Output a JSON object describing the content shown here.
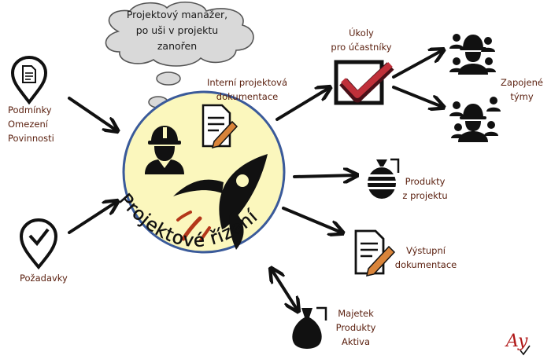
{
  "cloud": {
    "text": "Projektový manažer,\npo uši v projektu\nzanořen"
  },
  "center": {
    "title": "Projektové řízení"
  },
  "inputs": {
    "conditions": "Podmínky\nOmezení\nPovinnosti",
    "requirements": "Požadavky"
  },
  "outputs": {
    "internal_docs": "Interní projektová\ndokumentace",
    "tasks": "Úkoly\npro účastníky",
    "teams": "Zapojené\ntýmy",
    "products": "Produkty\nz projektu",
    "output_docs": "Výstupní\ndokumentace",
    "assets": "Majetek\nProdukty\nAktiva"
  },
  "signature": "Ay",
  "colors": {
    "label": "#5a1f0e",
    "circle_fill": "#fbf7bd",
    "circle_stroke": "#3a5a9a",
    "cloud_fill": "#d9d9d9",
    "check": "#c0303a"
  }
}
